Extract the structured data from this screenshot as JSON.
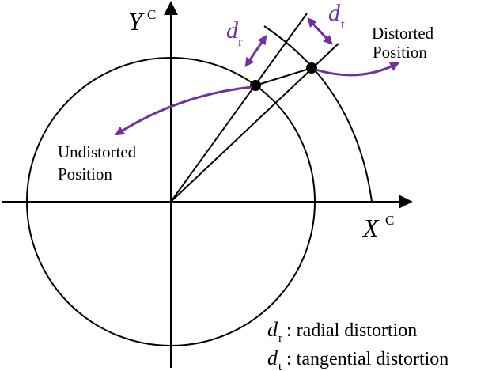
{
  "axes": {
    "y_label": "Y",
    "y_sup": "C",
    "x_label": "X",
    "x_sup": "C"
  },
  "points": {
    "distorted_label_line1": "Distorted",
    "distorted_label_line2": "Position",
    "undistorted_label_line1": "Undistorted",
    "undistorted_label_line2": "Position"
  },
  "distortions": {
    "dr_symbol": "d",
    "dr_sub": "r",
    "dt_symbol": "d",
    "dt_sub": "t"
  },
  "legend": {
    "dr_symbol": "d",
    "dr_sub": "r",
    "dr_text": ": radial distortion",
    "dt_symbol": "d",
    "dt_sub": "t",
    "dt_text": ": tangential distortion"
  },
  "colors": {
    "ink": "#000000",
    "accent": "#7030a0"
  }
}
